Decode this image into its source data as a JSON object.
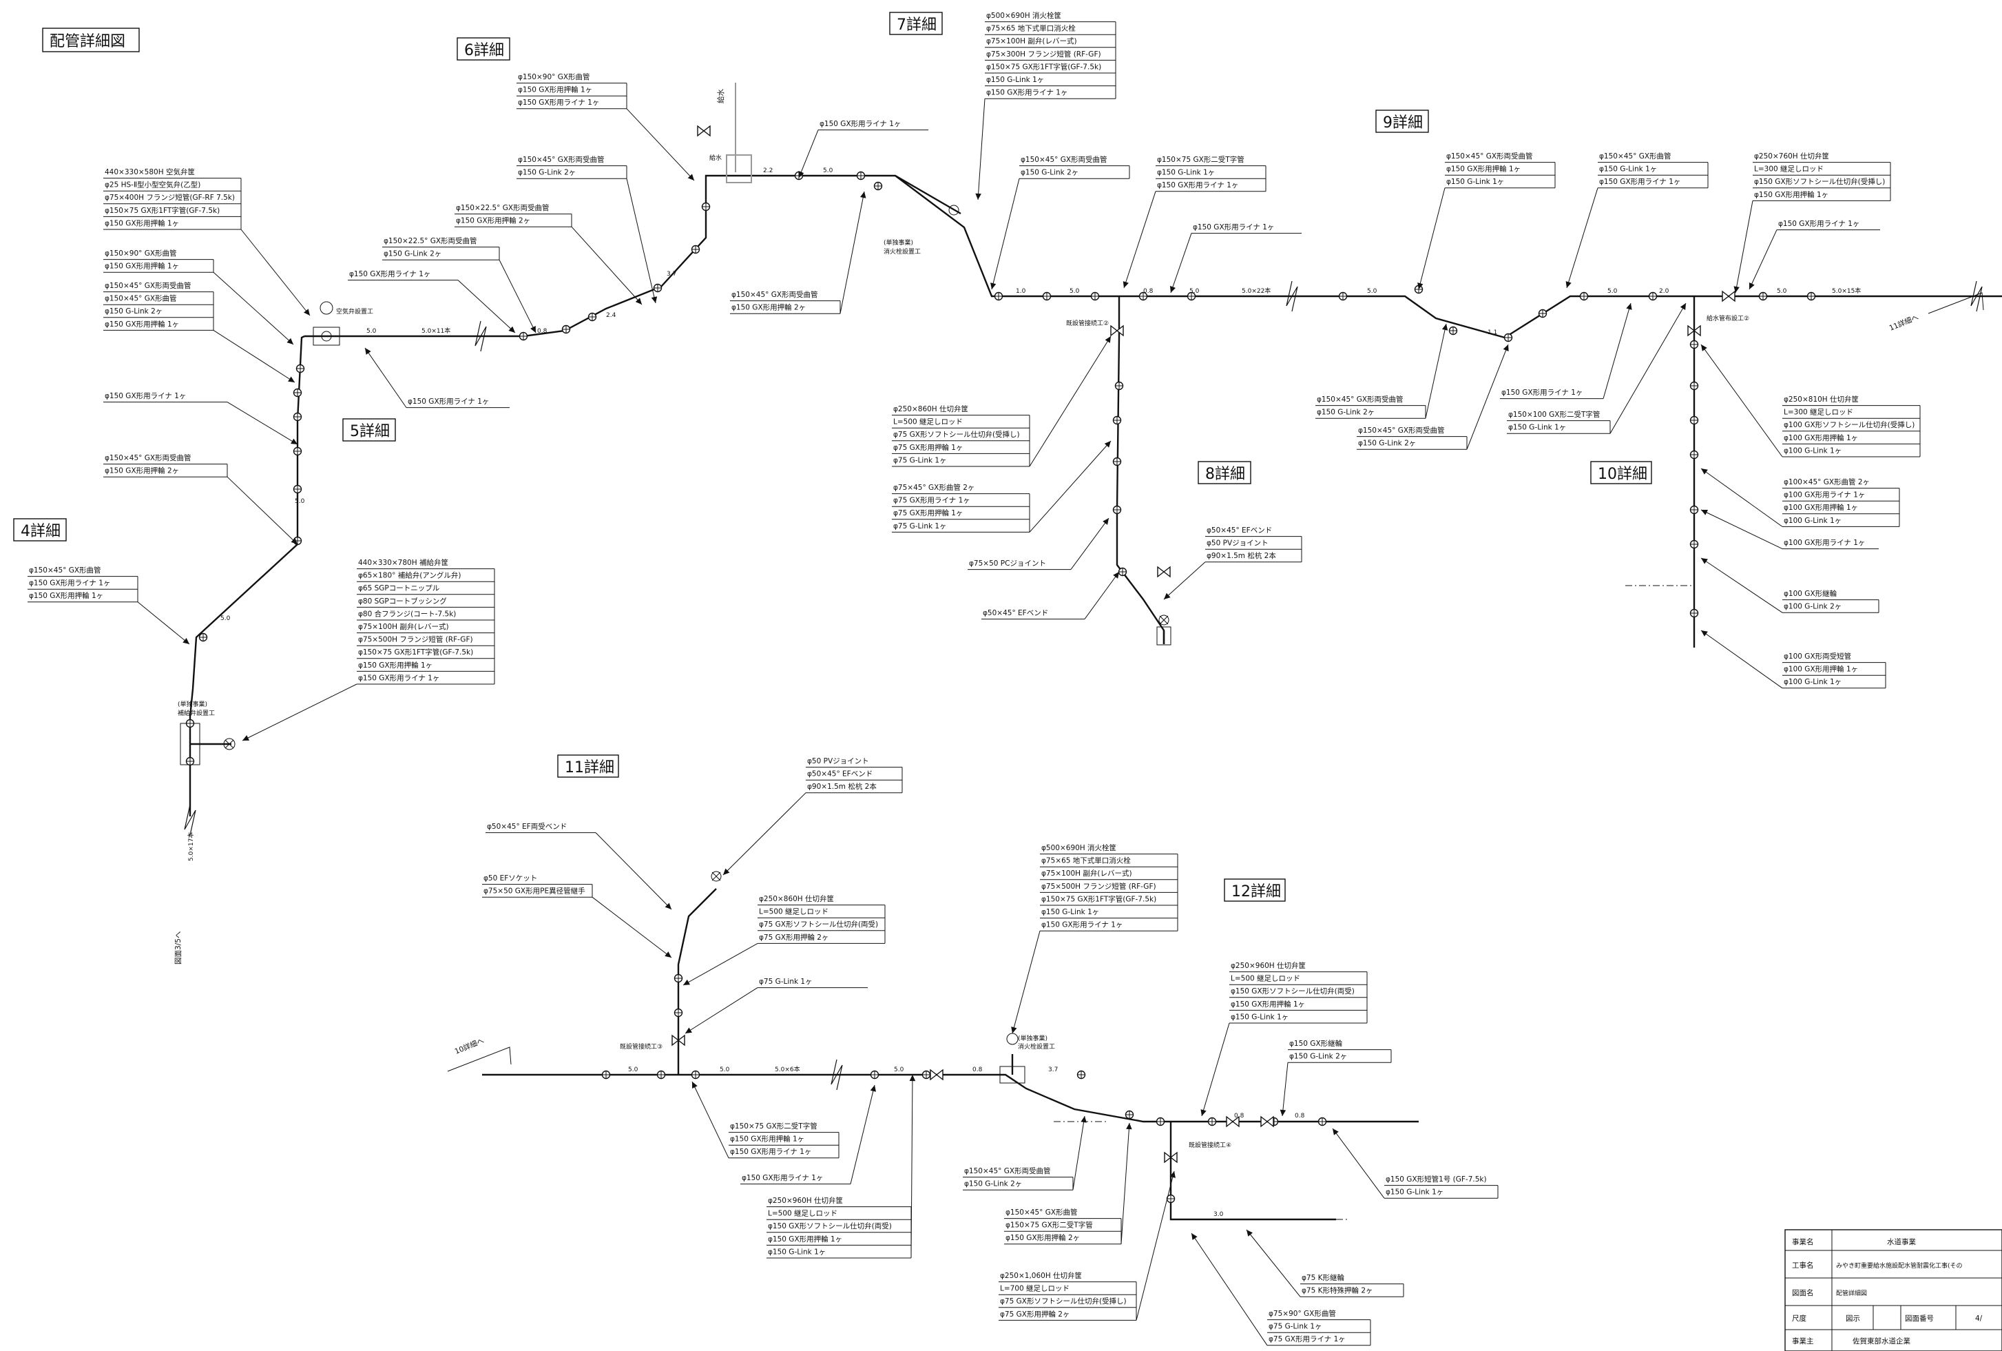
{
  "title": "配管詳細図",
  "headings": {
    "d4": "4詳細",
    "d5": "5詳細",
    "d6": "6詳細",
    "d7": "7詳細",
    "d8": "8詳細",
    "d9": "9詳細",
    "d10": "10詳細",
    "d11": "11詳細",
    "d12": "12詳細"
  },
  "refs": {
    "to11": "11詳細へ",
    "to10": "10詳細へ",
    "sheet": "図面3/5へ"
  },
  "labels": {
    "airvalve": "空気弁設置工",
    "kyusui": "給水",
    "kyusui_v": "給水",
    "hydrant7": [
      "(単独事業)",
      "消火栓設置工"
    ],
    "drainvalve": [
      "(単独事業)",
      "補給弁設置工"
    ],
    "kizon2": "既設管接続工②",
    "kizon3": "既設管接続工③",
    "kizon4": "既設管接続工④",
    "kyusuikan2": "給水管布設工②",
    "hydrant12": [
      "(単独事業)",
      "消火栓設置工"
    ]
  },
  "dims": {
    "d5a": "5.0",
    "d5b": "5.0×11本",
    "d5c": "0.8",
    "d5d": "2.4",
    "d5e": "2.2",
    "d6a": "5.0",
    "d6b": "3.7",
    "d7a": "1.0",
    "d7b": "5.0",
    "d8a": "0.8",
    "d8b": "5.0",
    "d8c": "5.0×22本",
    "d9a": "5.0",
    "d9b": "1.1",
    "d9c": "5.0",
    "d9d": "2.0",
    "d10a": "5.0",
    "d10b": "5.0×15本",
    "d4a": "5.0",
    "d4b": "5.0",
    "d4c": "5.0×17本",
    "d11a": "5.0",
    "d11b": "5.0",
    "d11c": "5.0×6本",
    "d11d": "5.0",
    "d12a": "0.8",
    "d12b": "3.7",
    "d12c": "0.8",
    "d12d": "0.8",
    "d12e": "3.0"
  },
  "callouts": {
    "c5a": [
      "440×330×580H 空気弁筐",
      "φ25 HS-Ⅱ型小型空気弁(乙型)",
      "φ75×400H フランジ短管(GF-RF 7.5k)",
      "φ150×75 GX形1FT字管(GF-7.5k)",
      "φ150 GX形用押輪 1ヶ"
    ],
    "c5b": [
      "φ150×90° GX形曲管",
      "φ150 GX形用押輪 1ヶ"
    ],
    "c5c": [
      "φ150×45° GX形両受曲管",
      "φ150×45° GX形曲管",
      "φ150 G-Link 2ヶ",
      "φ150 GX形用押輪 1ヶ"
    ],
    "c5d": [
      "φ150 GX形用ライナ 1ヶ"
    ],
    "c5e": [
      "φ150×45° GX形両受曲管",
      "φ150 GX形用押輪 2ヶ"
    ],
    "c5f": [
      "φ150×22.5° GX形両受曲管",
      "φ150 G-Link 2ヶ"
    ],
    "c5g": [
      "φ150 GX形用ライナ 1ヶ"
    ],
    "c5h": [
      "φ150 GX形用ライナ 1ヶ"
    ],
    "c6a": [
      "φ150×90° GX形曲管",
      "φ150 GX形用押輪 1ヶ",
      "φ150 GX形用ライナ 1ヶ"
    ],
    "c6b": [
      "φ150×45° GX形両受曲管",
      "φ150 G-Link 2ヶ"
    ],
    "c6c": [
      "φ150×22.5° GX形両受曲管",
      "φ150 GX形用押輪 2ヶ"
    ],
    "c6d": [
      "φ150 GX形用ライナ 1ヶ"
    ],
    "c6e": [
      "φ150×45° GX形両受曲管",
      "φ150 GX形用押輪 2ヶ"
    ],
    "c4a": [
      "φ150×45° GX形曲管",
      "φ150 GX形用ライナ 1ヶ",
      "φ150 GX形用押輪 1ヶ"
    ],
    "c4b": [
      "440×330×780H 補給弁筐",
      "φ65×180° 補給弁(アングル弁)",
      "φ65 SGPコートニップル",
      "φ80 SGPコートブッシング",
      "φ80 合フランジ(コート-7.5k)",
      "φ75×100H 副弁(レバー式)",
      "φ75×500H フランジ短管 (RF-GF)",
      "φ150×75 GX形1FT字管(GF-7.5k)",
      "φ150 GX形用押輪 1ヶ",
      "φ150 GX形用ライナ 1ヶ"
    ],
    "c7a": [
      "φ500×690H 消火栓筐",
      "φ75×65 地下式単口消火栓",
      "φ75×100H 副弁(レバー式)",
      "φ75×300H フランジ短管 (RF-GF)",
      "φ150×75 GX形1FT字管(GF-7.5k)",
      "φ150 G-Link 1ヶ",
      "φ150 GX形用ライナ 1ヶ"
    ],
    "c7b": [
      "φ150×45° GX形両受曲管",
      "φ150 G-Link 2ヶ"
    ],
    "c7c": [
      "φ150×75 GX形二受T字管",
      "φ150 G-Link 1ヶ",
      "φ150 GX形用ライナ 1ヶ"
    ],
    "c7d": [
      "φ150 GX形用ライナ 1ヶ"
    ],
    "c8a": [
      "φ250×860H 仕切弁筐",
      "L=500 継足しロッド",
      "φ75 GX形ソフトシール仕切弁(受挿し)",
      "φ75 GX形用押輪 1ヶ",
      "φ75 G-Link 1ヶ"
    ],
    "c8b": [
      "φ75×45° GX形曲管 2ヶ",
      "φ75 GX形用ライナ 1ヶ",
      "φ75 GX形用押輪 1ヶ",
      "φ75 G-Link 1ヶ"
    ],
    "c8c": [
      "φ75×50 PCジョイント"
    ],
    "c8d": [
      "φ50×45° EFベンド"
    ],
    "c8e": [
      "φ50×45° EFベンド",
      "φ50 PVジョイント",
      "φ90×1.5m 松杭 2本"
    ],
    "c9a": [
      "φ150×45° GX形両受曲管",
      "φ150 GX形用押輪 1ヶ",
      "φ150 G-Link 1ヶ"
    ],
    "c9b": [
      "φ150×45° GX形曲管",
      "φ150 G-Link 1ヶ",
      "φ150 GX形用ライナ 1ヶ"
    ],
    "c9c": [
      "φ150×45° GX形両受曲管",
      "φ150 G-Link 2ヶ"
    ],
    "c9d": [
      "φ150×45° GX形両受曲管",
      "φ150 G-Link 2ヶ"
    ],
    "c9e": [
      "φ150 GX形用ライナ 1ヶ"
    ],
    "c9f": [
      "φ150×100 GX形二受T字管",
      "φ150 G-Link 1ヶ"
    ],
    "c10a": [
      "φ250×760H 仕切弁筐",
      "L=300 継足しロッド",
      "φ150 GX形ソフトシール仕切弁(受挿し)",
      "φ150 GX形用押輪 1ヶ"
    ],
    "c10b": [
      "φ150 GX形用ライナ 1ヶ"
    ],
    "c10c": [
      "φ250×810H 仕切弁筐",
      "L=300 継足しロッド",
      "φ100 GX形ソフトシール仕切弁(受挿し)",
      "φ100 GX形用押輪 1ヶ",
      "φ100 G-Link 1ヶ"
    ],
    "c10d": [
      "φ100×45° GX形曲管 2ヶ",
      "φ100 GX形用ライナ 1ヶ",
      "φ100 GX形用押輪 1ヶ",
      "φ100 G-Link 1ヶ"
    ],
    "c10e": [
      "φ100 GX形用ライナ 1ヶ"
    ],
    "c10f": [
      "φ100 GX形継輪",
      "φ100 G-Link 2ヶ"
    ],
    "c10g": [
      "φ100 GX形両受短管",
      "φ100 GX形用押輪 1ヶ",
      "φ100 G-Link 1ヶ"
    ],
    "c11a": [
      "φ50 PVジョイント",
      "φ50×45° EFベンド",
      "φ90×1.5m 松杭 2本"
    ],
    "c11b": [
      "φ50×45° EF両受ベンド"
    ],
    "c11c": [
      "φ50 EFソケット",
      "φ75×50 GX形用PE異径管継手"
    ],
    "c11d": [
      "φ250×860H 仕切弁筐",
      "L=500 継足しロッド",
      "φ75 GX形ソフトシール仕切弁(両受)",
      "φ75 GX形用押輪 2ヶ"
    ],
    "c11e": [
      "φ75 G-Link 1ヶ"
    ],
    "c11f": [
      "φ150×75 GX形二受T字管",
      "φ150 GX形用押輪 1ヶ",
      "φ150 GX形用ライナ 1ヶ"
    ],
    "c11g": [
      "φ150 GX形用ライナ 1ヶ"
    ],
    "c11h": [
      "φ250×960H 仕切弁筐",
      "L=500 継足しロッド",
      "φ150 GX形ソフトシール仕切弁(両受)",
      "φ150 GX形用押輪 1ヶ",
      "φ150 G-Link 1ヶ"
    ],
    "c12a": [
      "φ500×690H 消火栓筐",
      "φ75×65 地下式単口消火栓",
      "φ75×100H 副弁(レバー式)",
      "φ75×500H フランジ短管 (RF-GF)",
      "φ150×75 GX形1FT字管(GF-7.5k)",
      "φ150 G-Link 1ヶ",
      "φ150 GX形用ライナ 1ヶ"
    ],
    "c12b": [
      "φ250×960H 仕切弁筐",
      "L=500 継足しロッド",
      "φ150 GX形ソフトシール仕切弁(両受)",
      "φ150 GX形用押輪 1ヶ",
      "φ150 G-Link 1ヶ"
    ],
    "c12c": [
      "φ150 GX形継輪",
      "φ150 G-Link 2ヶ"
    ],
    "c12d": [
      "φ150×45° GX形両受曲管",
      "φ150 G-Link 2ヶ"
    ],
    "c12e": [
      "φ150×45° GX形曲管",
      "φ150×75 GX形二受T字管",
      "φ150 GX形用押輪 2ヶ"
    ],
    "c12f": [
      "φ150 GX形短管1号 (GF-7.5k)",
      "φ150 G-Link 1ヶ"
    ],
    "c12g": [
      "φ250×1,060H 仕切弁筐",
      "L=700 継足しロッド",
      "φ75 GX形ソフトシール仕切弁(受挿し)",
      "φ75 GX形用押輪 2ヶ"
    ],
    "c12h": [
      "φ75 K形継輪",
      "φ75 K形特殊押輪 2ヶ"
    ],
    "c12i": [
      "φ75×90° GX形曲管",
      "φ75 G-Link 1ヶ",
      "φ75 GX形用ライナ 1ヶ"
    ]
  },
  "titleblock": {
    "r1_label": "事業名",
    "r1_value": "水道事業",
    "r2_label": "工事名",
    "r2_value": "みやき町重要給水施設配水管耐震化工事(その",
    "r3_label": "図面名",
    "r3_value": "配管詳細図",
    "r4_label": "尺度",
    "r4_value": "図示",
    "r4_label2": "図面番号",
    "r4_value2": "4/",
    "r5_label": "事業主",
    "r5_value": "佐賀東部水道企業"
  }
}
